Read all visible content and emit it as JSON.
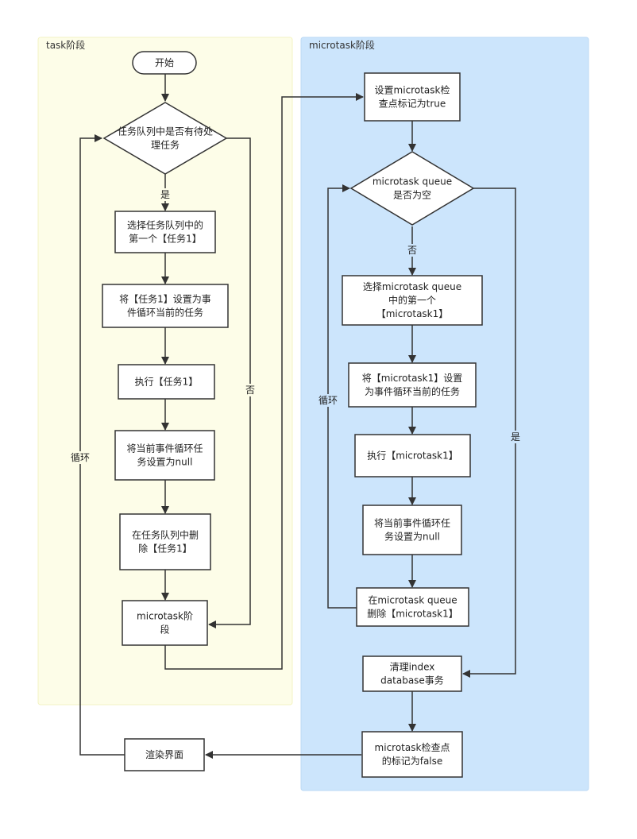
{
  "lanes": {
    "task": {
      "title": "task阶段"
    },
    "microtask": {
      "title": "microtask阶段"
    }
  },
  "nodes": {
    "start": {
      "lines": [
        "开始"
      ]
    },
    "has_task": {
      "lines": [
        "任务队列中是否有待处",
        "理任务"
      ]
    },
    "select_task": {
      "lines": [
        "选择任务队列中的",
        "第一个【任务1】"
      ]
    },
    "set_current_task": {
      "lines": [
        "将【任务1】设置为事",
        "件循环当前的任务"
      ]
    },
    "run_task": {
      "lines": [
        "执行【任务1】"
      ]
    },
    "null_task": {
      "lines": [
        "将当前事件循环任",
        "务设置为null"
      ]
    },
    "remove_task": {
      "lines": [
        "在任务队列中删",
        "除【任务1】"
      ]
    },
    "microtask_stage": {
      "lines": [
        "microtask阶",
        "段"
      ]
    },
    "set_checkpoint": {
      "lines": [
        "设置microtask检",
        "查点标记为true"
      ]
    },
    "mq_empty": {
      "lines": [
        "microtask queue",
        "是否为空"
      ]
    },
    "select_micro": {
      "lines": [
        "选择microtask queue",
        "中的第一个",
        "【microtask1】"
      ]
    },
    "set_current_micro": {
      "lines": [
        "将【microtask1】设置",
        "为事件循环当前的任务"
      ]
    },
    "run_micro": {
      "lines": [
        "执行【microtask1】"
      ]
    },
    "null_micro": {
      "lines": [
        "将当前事件循环任",
        "务设置为null"
      ]
    },
    "remove_micro": {
      "lines": [
        "在microtask queue",
        "删除【microtask1】"
      ]
    },
    "cleanup_idb": {
      "lines": [
        "清理index",
        "database事务"
      ]
    },
    "checkpoint_false": {
      "lines": [
        "microtask检查点",
        "的标记为false"
      ]
    },
    "render": {
      "lines": [
        "渲染界面"
      ]
    }
  },
  "edge_labels": {
    "task_yes": "是",
    "task_no": "否",
    "task_loop": "循环",
    "mq_no": "否",
    "mq_loop": "循环",
    "mq_yes": "是"
  },
  "colors": {
    "task_lane_bg": "#fdfde8",
    "task_lane_border": "#f3f3c4",
    "micro_lane_bg": "#cce5fc",
    "micro_lane_border": "#bcd9f5",
    "node_fill": "#ffffff",
    "stroke": "#333333"
  }
}
